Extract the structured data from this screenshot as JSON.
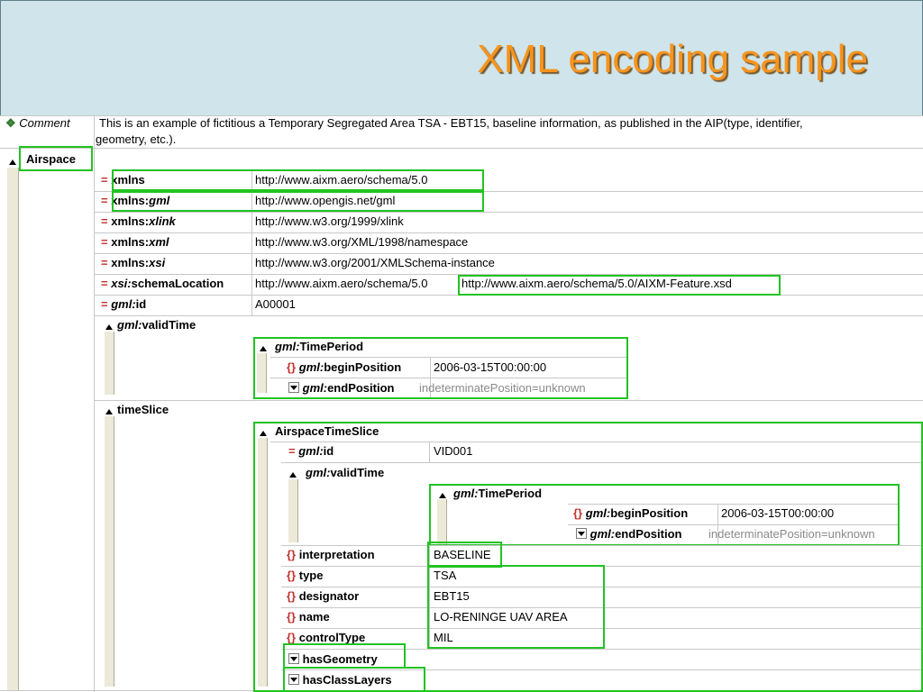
{
  "slide": {
    "title": "XML encoding sample"
  },
  "icons": {
    "expand": "triangle-up-icon",
    "collapsed": "dropdown-arrow-icon",
    "attribute": "equals-icon",
    "element": "braces-icon",
    "comment": "comment-icon"
  },
  "tree": {
    "comment_label": "Comment",
    "comment_text_1": "This is an example of fictitious a Temporary Segregated Area TSA - EBT15, baseline information, as published in the AIP(type, identifier,",
    "comment_text_2": "geometry, etc.).",
    "root": "Airspace",
    "attrs": [
      {
        "prefix": "xmlns",
        "suffix": "",
        "value": "http://www.aixm.aero/schema/5.0"
      },
      {
        "prefix": "xmlns:",
        "suffix": "gml",
        "value": "http://www.opengis.net/gml"
      },
      {
        "prefix": "xmlns:",
        "suffix": "xlink",
        "value": "http://www.w3.org/1999/xlink"
      },
      {
        "prefix": "xmlns:",
        "suffix": "xml",
        "value": "http://www.w3.org/XML/1998/namespace"
      },
      {
        "prefix": "xmlns:",
        "suffix": "xsi",
        "value": "http://www.w3.org/2001/XMLSchema-instance"
      },
      {
        "prefix": "xsi:",
        "suffix": "schemaLocation",
        "value": "http://www.aixm.aero/schema/5.0",
        "value2": "http://www.aixm.aero/schema/5.0/AIXM-Feature.xsd"
      },
      {
        "prefix": "gml:",
        "suffix": "id",
        "value": "A00001"
      }
    ],
    "validTime": {
      "label_ns": "gml:",
      "label": "validTime",
      "period_ns": "gml:",
      "period": "TimePeriod",
      "begin_ns": "gml:",
      "begin": "beginPosition",
      "begin_value": "2006-03-15T00:00:00",
      "end_ns": "gml:",
      "end": "endPosition",
      "end_value": "indeterminatePosition=unknown"
    },
    "timeSlice": {
      "label": "timeSlice",
      "slice": "AirspaceTimeSlice",
      "id_ns": "gml:",
      "id": "id",
      "id_value": "VID001",
      "vt_ns": "gml:",
      "vt": "validTime",
      "period_ns": "gml:",
      "period": "TimePeriod",
      "begin_ns": "gml:",
      "begin": "beginPosition",
      "begin_value": "2006-03-15T00:00:00",
      "end_ns": "gml:",
      "end": "endPosition",
      "end_value": "indeterminatePosition=unknown",
      "props": [
        {
          "name": "interpretation",
          "value": "BASELINE"
        },
        {
          "name": "type",
          "value": "TSA"
        },
        {
          "name": "designator",
          "value": "EBT15"
        },
        {
          "name": "name",
          "value": "LO-RENINGE UAV AREA"
        },
        {
          "name": "controlType",
          "value": "MIL"
        }
      ],
      "hasGeometry": "hasGeometry",
      "hasClassLayers": "hasClassLayers"
    }
  }
}
